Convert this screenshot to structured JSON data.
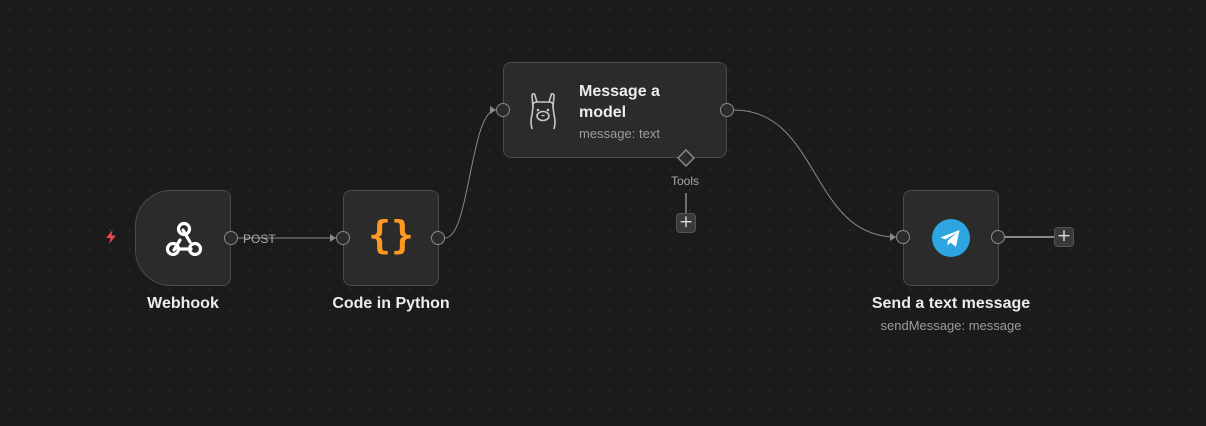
{
  "canvas": {
    "background": "#1b1b1b",
    "node_fill": "#2b2b2b",
    "node_border": "#4a4a4a",
    "accent_code": "#ff9922",
    "accent_telegram": "#2ca5e0",
    "trigger_bolt": "#e5484d"
  },
  "nodes": {
    "webhook": {
      "label": "Webhook",
      "icon": "webhook-icon",
      "trigger_icon": "lightning-bolt-icon"
    },
    "code": {
      "label": "Code in Python",
      "icon": "curly-braces-icon"
    },
    "model": {
      "label_line1": "Message a",
      "label_line2": "model",
      "subtitle": "message: text",
      "icon": "llama-icon"
    },
    "telegram": {
      "label": "Send a text message",
      "subtitle": "sendMessage: message",
      "icon": "telegram-icon"
    }
  },
  "edges": {
    "webhook_to_code": {
      "label": "POST"
    },
    "model_tools": {
      "label": "Tools"
    }
  },
  "buttons": {
    "add_tool": "+",
    "add_next": "+"
  }
}
